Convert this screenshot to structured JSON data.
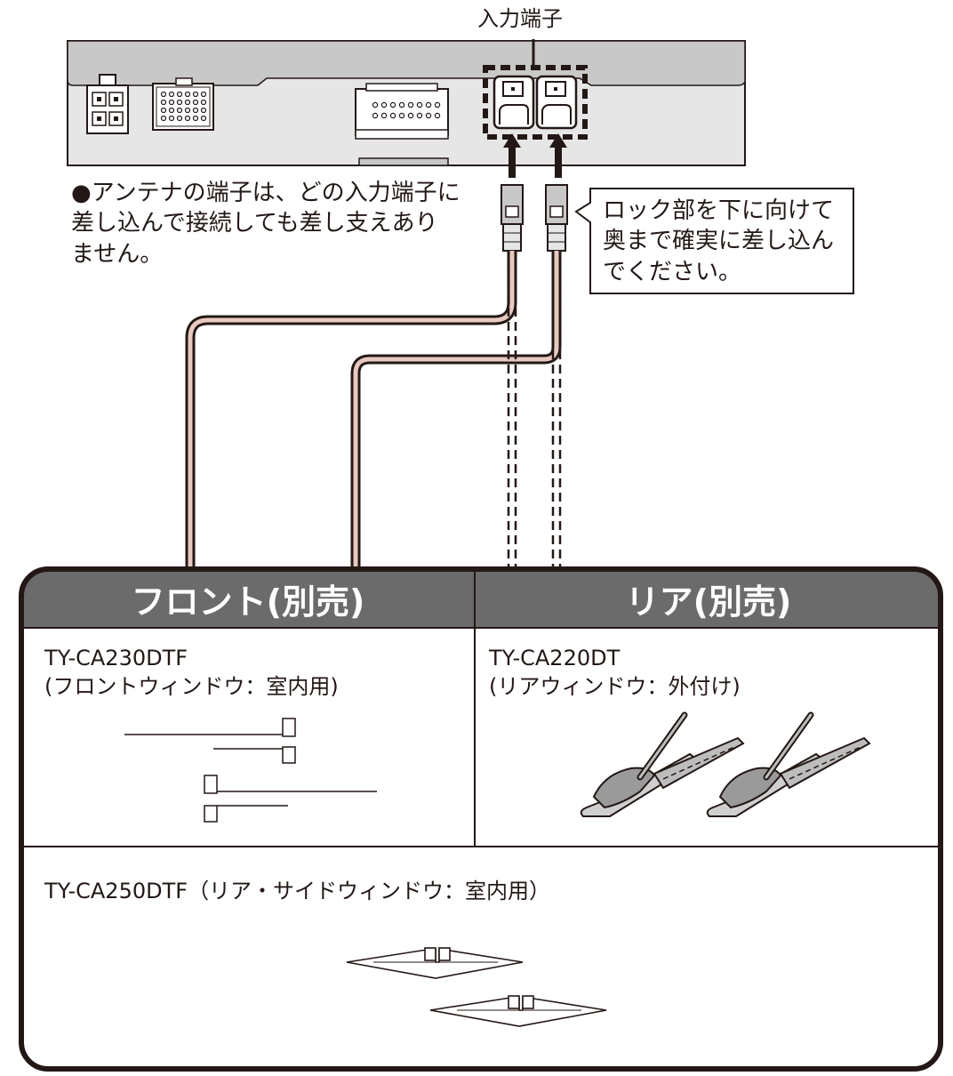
{
  "header": {
    "input_terminal_label": "入力端子"
  },
  "note": {
    "bullet": "●",
    "text": "アンテナの端子は、どの入力端子に\n差し込んで接続しても差し支えあり\nません。"
  },
  "callout": {
    "text": "ロック部を下に向けて\n奥まで確実に差し込ん\nでください。"
  },
  "table": {
    "front_header": "フロント(別売)",
    "rear_header": "リア(別売)",
    "front_model": "TY-CA230DTF\n(フロントウィンドウ：室内用)",
    "rear_model": "TY-CA220DT\n(リアウィンドウ：外付け)",
    "side_model": "TY-CA250DTF（リア・サイドウィンドウ：室内用）"
  },
  "colors": {
    "header_bg": "#6b6b6b",
    "unit_body": "#e6e6e6",
    "cable_fill": "#e8c9c0",
    "line": "#231815"
  }
}
